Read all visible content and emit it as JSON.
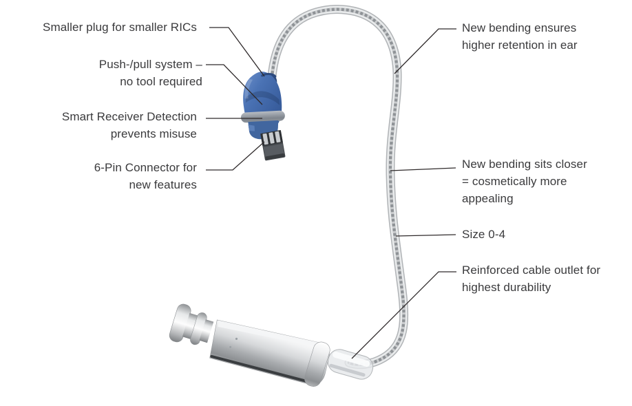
{
  "diagram": {
    "subject": "receiver-cable-with-plug-and-speaker",
    "annotations": {
      "left": [
        {
          "label": "Smaller plug for smaller RICs"
        },
        {
          "label": "Push-/pull system –\nno tool required"
        },
        {
          "label": "Smart Receiver Detection\nprevents misuse"
        },
        {
          "label": "6-Pin Connector for\nnew features"
        }
      ],
      "right": [
        {
          "label": "New bending ensures\nhigher retention in ear"
        },
        {
          "label": "New bending sits closer\n= cosmetically more\nappealing"
        },
        {
          "label": "Size 0-4"
        },
        {
          "label": "Reinforced cable outlet for\nhighest durability"
        }
      ]
    },
    "colors": {
      "plug_blue": "#4a72b4",
      "ring_gray": "#8d939b",
      "cable_silver": "#d9dbdd",
      "chrome_receiver": "#c9cbcd",
      "text": "#3a3a3c",
      "leader_line": "#2e292a",
      "background": "#ffffff"
    }
  }
}
